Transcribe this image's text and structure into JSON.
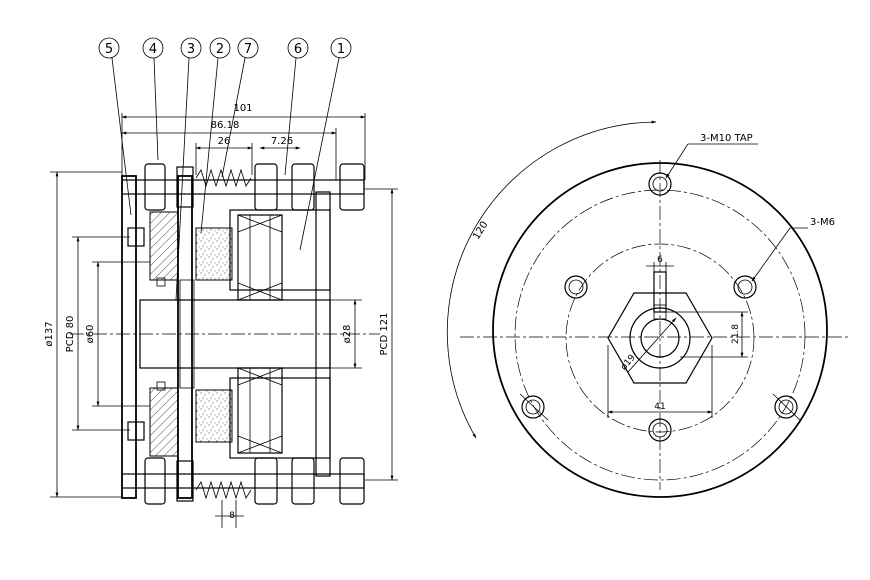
{
  "side_view": {
    "balloons": [
      "5",
      "4",
      "3",
      "2",
      "7",
      "6",
      "1"
    ],
    "dim_101": "101",
    "dim_86": "86.18",
    "dim_26": "26",
    "dim_7": "7.26",
    "dim_od": "ø137",
    "dim_pcd80": "PCD 80",
    "dim_60": "ø60",
    "dim_28": "ø28",
    "dim_pcd121": "PCD 121",
    "dim_bottom": "8"
  },
  "front_view": {
    "label_tap": "3-M10 TAP",
    "label_m6": "3-M6",
    "dim_120": "120",
    "dim_6": "6",
    "dim_21": "21.8",
    "dim_19": "ø19",
    "dim_41": "41"
  }
}
